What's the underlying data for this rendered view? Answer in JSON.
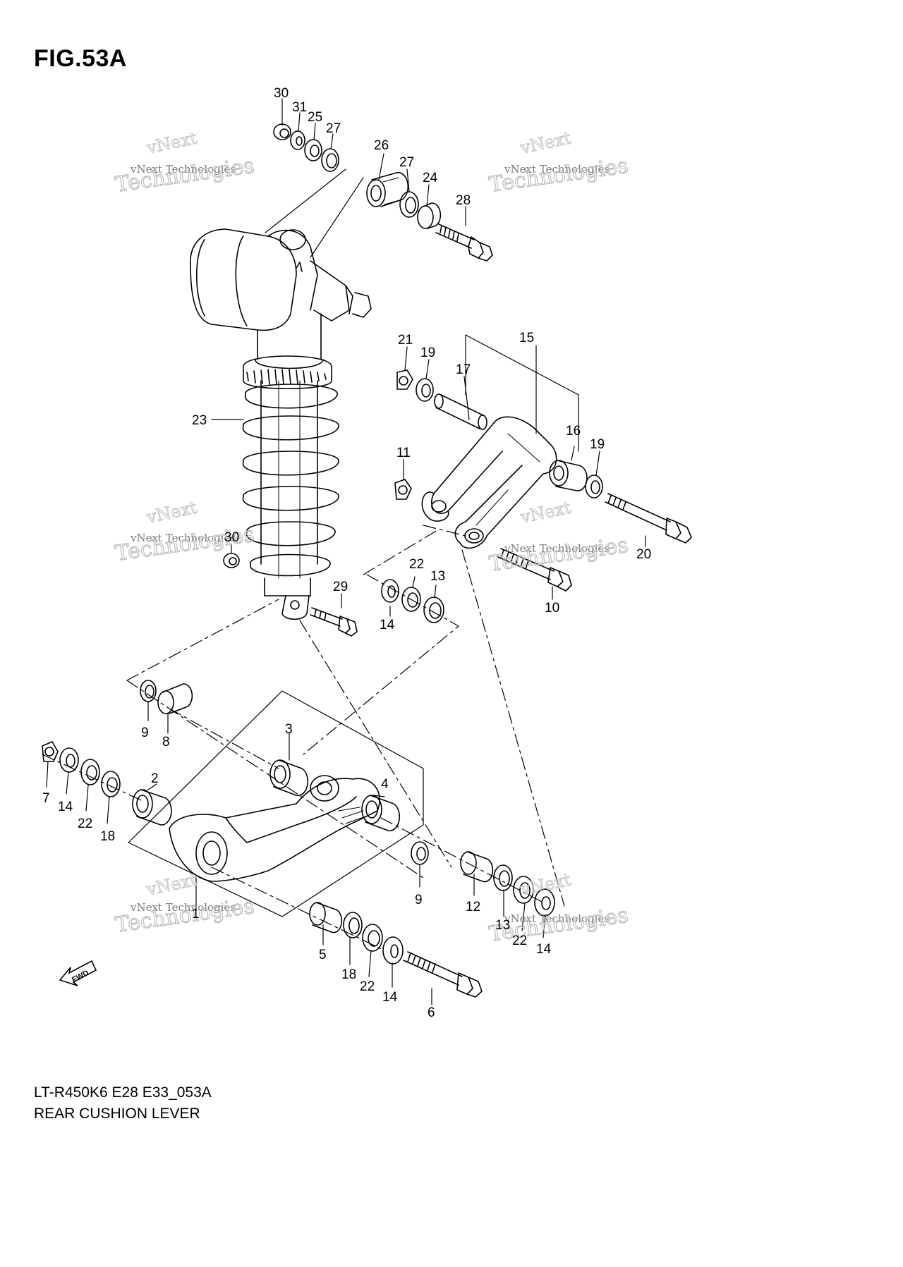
{
  "figure": {
    "title": "FIG.53A",
    "code": "LT-R450K6 E28 E33_053A",
    "name": "REAR CUSHION LEVER",
    "fwd_label": "FWD"
  },
  "watermark": {
    "line1": "vNext Technologies",
    "line2": "Technologies",
    "line3": "vNext"
  },
  "callouts": [
    "1",
    "2",
    "3",
    "4",
    "5",
    "6",
    "7",
    "8",
    "9",
    "10",
    "11",
    "12",
    "13",
    "14",
    "15",
    "16",
    "17",
    "18",
    "19",
    "20",
    "21",
    "22",
    "23",
    "24",
    "25",
    "26",
    "27",
    "28",
    "29",
    "30",
    "31"
  ]
}
